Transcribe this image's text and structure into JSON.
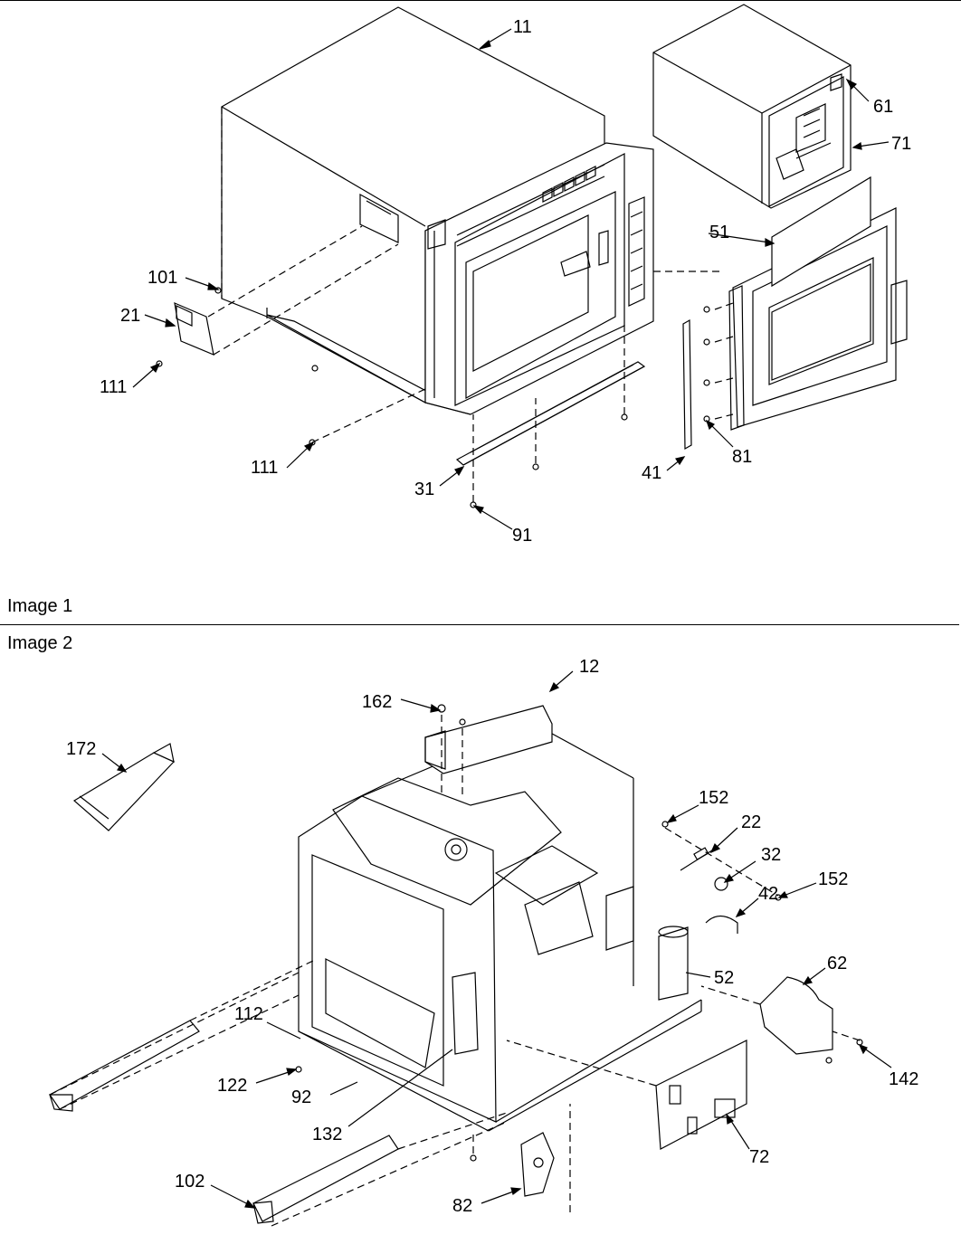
{
  "sections": [
    {
      "title": "Image 1"
    },
    {
      "title": "Image 2"
    }
  ],
  "callouts_image1": [
    "11",
    "61",
    "71",
    "51",
    "101",
    "21",
    "111",
    "111",
    "31",
    "91",
    "41",
    "81"
  ],
  "callouts_image2": [
    "12",
    "162",
    "172",
    "152",
    "22",
    "32",
    "152",
    "42",
    "62",
    "52",
    "112",
    "122",
    "92",
    "142",
    "132",
    "72",
    "102",
    "82"
  ],
  "colors": {
    "ink": "#000000",
    "paper": "#ffffff"
  }
}
